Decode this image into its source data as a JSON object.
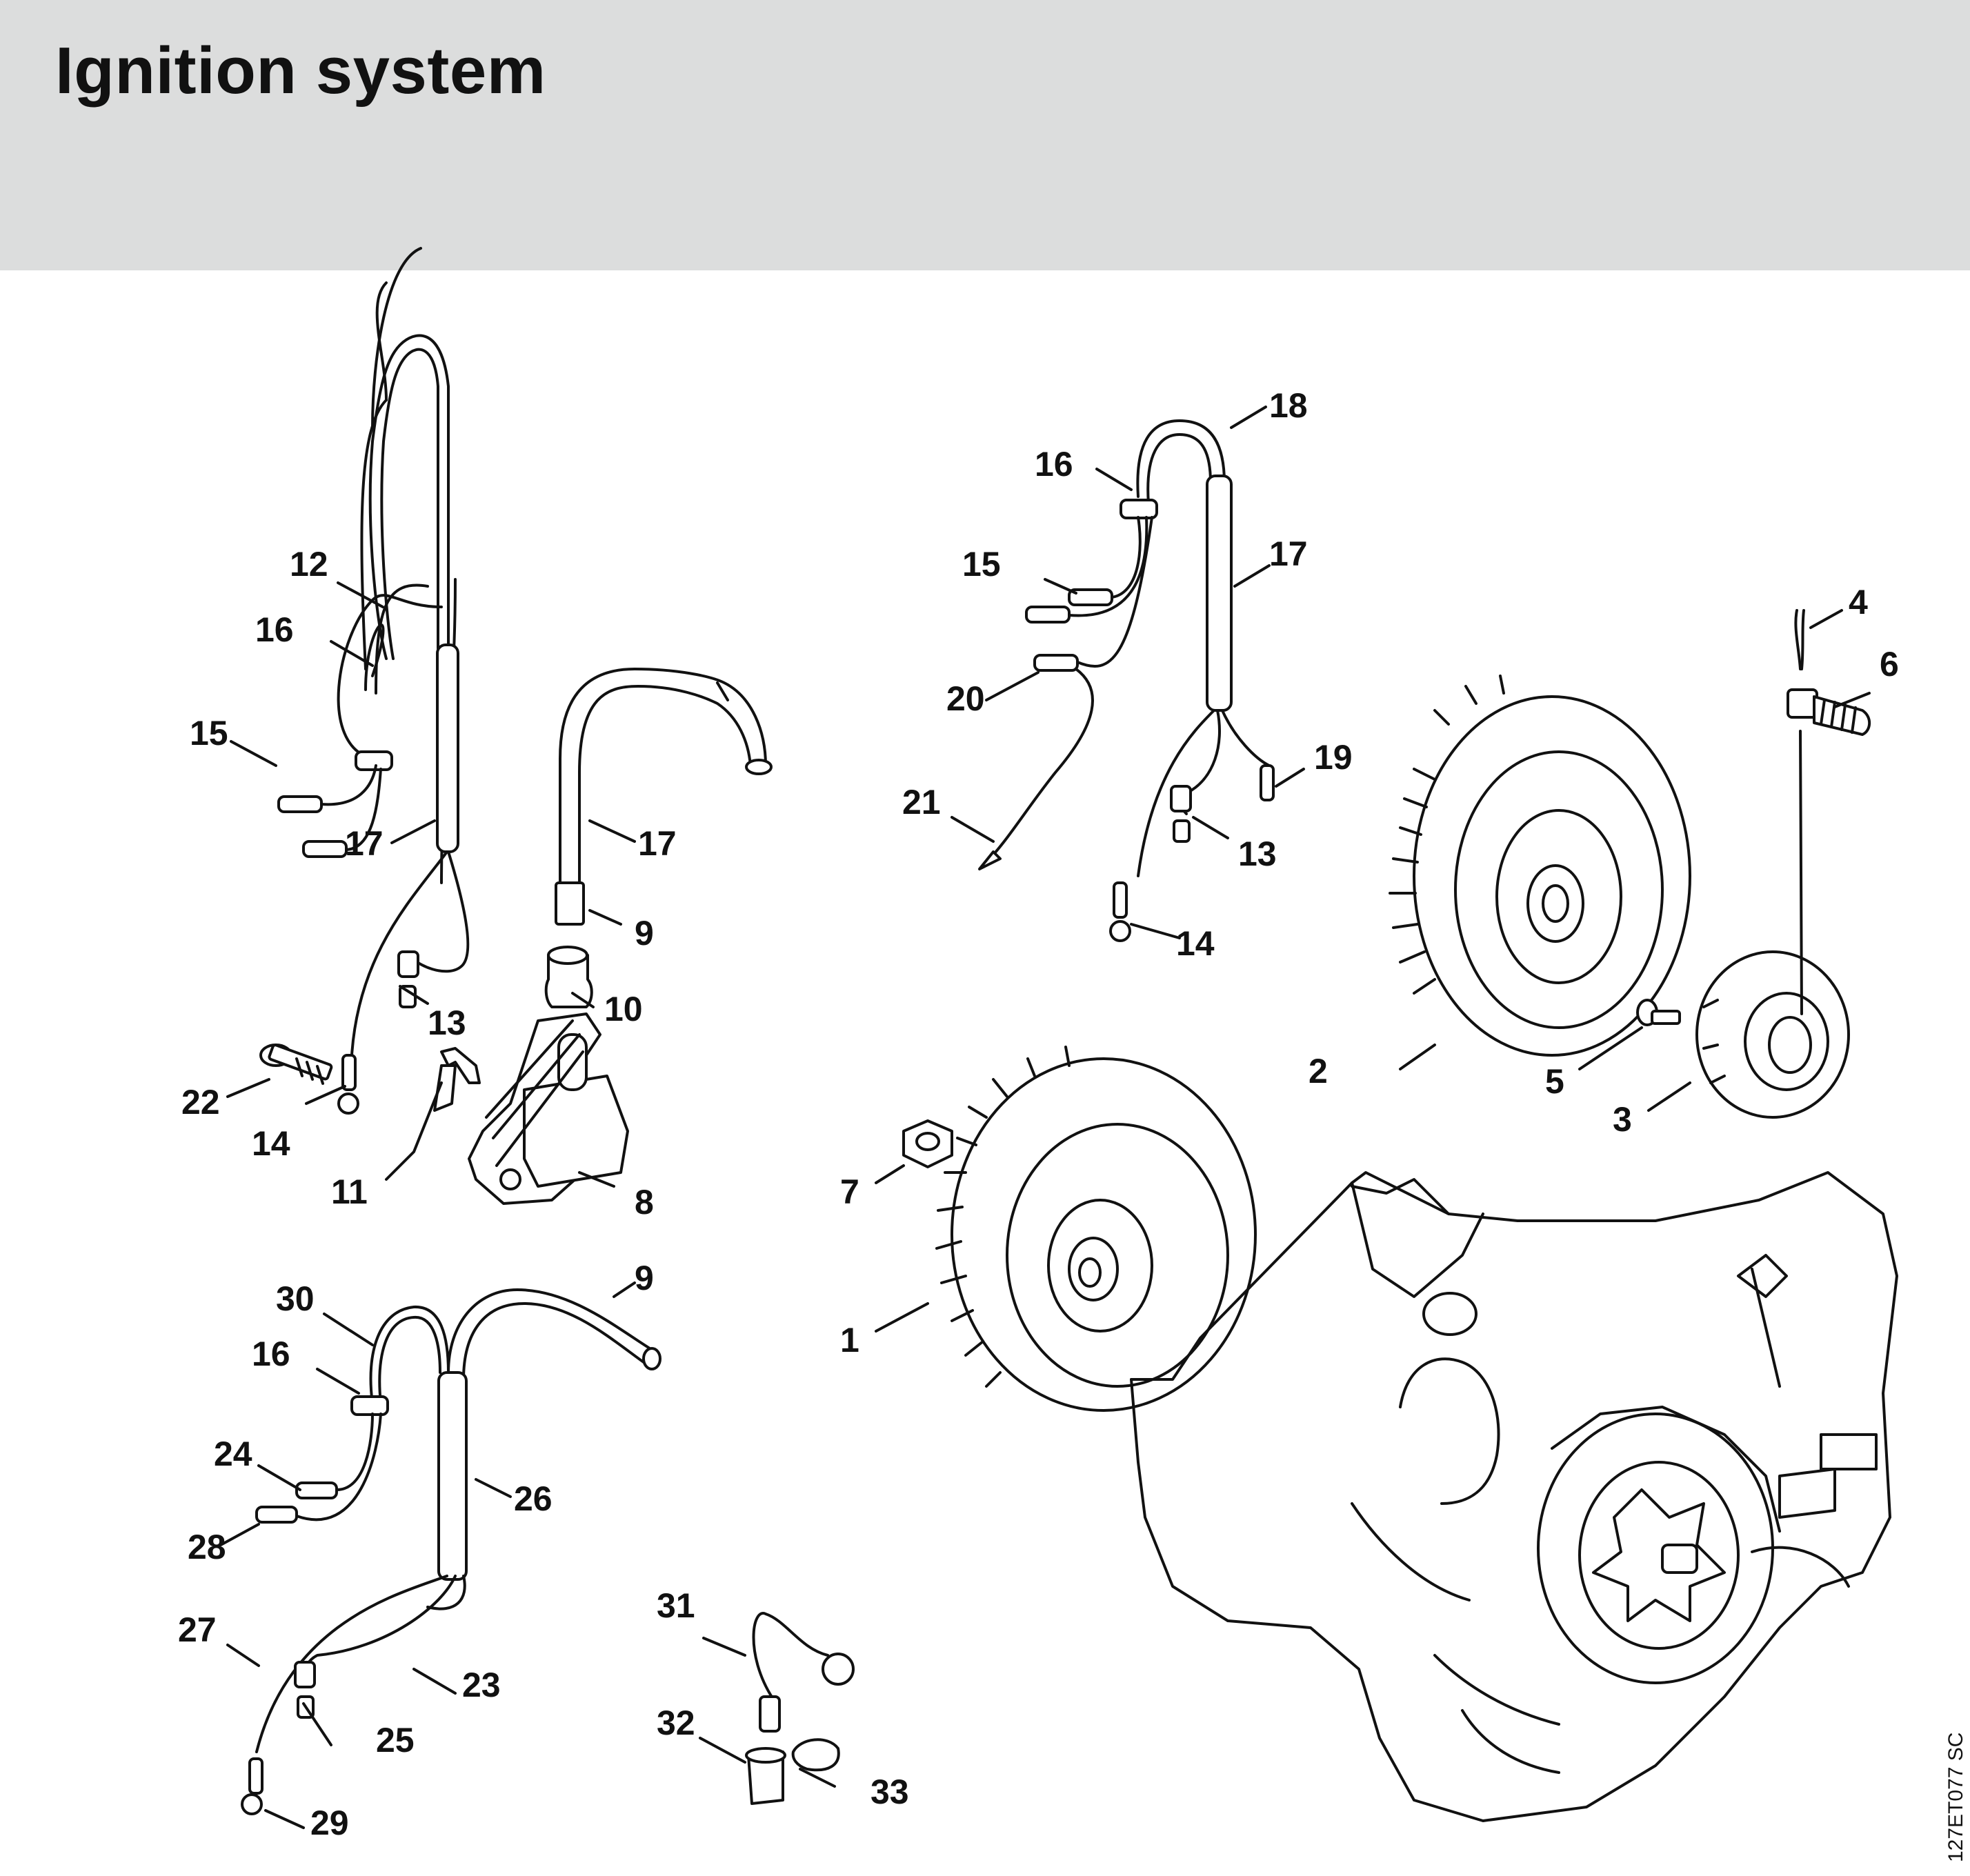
{
  "title": "Ignition system",
  "drawing_ref": "127ET077 SC",
  "callouts": {
    "c1": "1",
    "c2": "2",
    "c3": "3",
    "c4": "4",
    "c5": "5",
    "c6": "6",
    "c7": "7",
    "c8": "8",
    "c9a": "9",
    "c9b": "9",
    "c10": "10",
    "c11": "11",
    "c12": "12",
    "c13a": "13",
    "c13b": "13",
    "c14a": "14",
    "c14b": "14",
    "c15a": "15",
    "c15b": "15",
    "c16a": "16",
    "c16b": "16",
    "c16c": "16",
    "c17a": "17",
    "c17b": "17",
    "c17c": "17",
    "c18": "18",
    "c19": "19",
    "c20": "20",
    "c21": "21",
    "c22": "22",
    "c23": "23",
    "c24": "24",
    "c25": "25",
    "c26": "26",
    "c27": "27",
    "c28": "28",
    "c29": "29",
    "c30": "30",
    "c31": "31",
    "c32": "32",
    "c33": "33"
  }
}
